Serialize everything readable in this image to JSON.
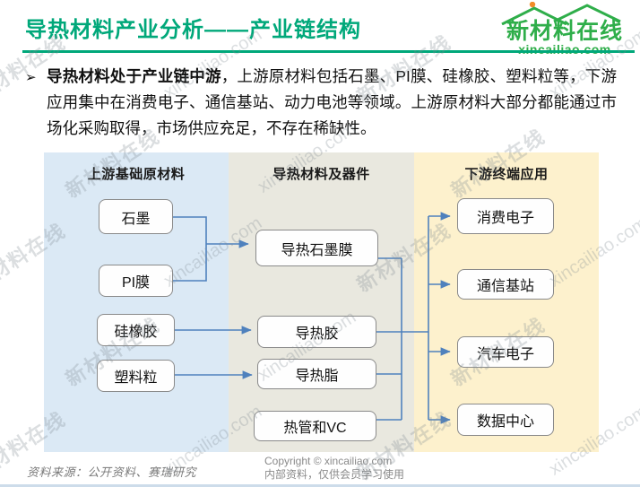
{
  "header": {
    "title": "导热材料产业分析——产业链结构",
    "logo": {
      "name": "新材料在线",
      "domain": "xincailiao.com"
    }
  },
  "summary": {
    "bullet": "➢",
    "lead_bold": "导热材料处于产业链中游",
    "rest": "，上游原材料包括石墨、PI膜、硅橡胶、塑料粒等，下游应用集中在消费电子、通信基站、动力电池等领域。上游原材料大部分都能通过市场化采购取得，市场供应充足，不存在稀缺性。"
  },
  "diagram": {
    "columns": [
      {
        "title": "上游基础原材料",
        "bg_color": "#dbe9f5",
        "items": [
          "石墨",
          "PI膜",
          "硅橡胶",
          "塑料粒"
        ]
      },
      {
        "title": "导热材料及器件",
        "bg_color": "#e9e8df",
        "items": [
          "导热石墨膜",
          "导热胶",
          "导热脂",
          "热管和VC"
        ]
      },
      {
        "title": "下游终端应用",
        "bg_color": "#fdf1cd",
        "items": [
          "消费电子",
          "通信基站",
          "汽车电子",
          "数据中心"
        ]
      }
    ],
    "connector_color": "#4f81bd"
  },
  "watermark": {
    "cn": "新材料在线",
    "en": "xincailiao.com"
  },
  "footer": {
    "source": "资料来源：公开资料、赛瑞研究",
    "copyright_line1": "Copyright © xincailiao.com",
    "copyright_line2": "内部资料，仅供会员学习使用"
  },
  "colors": {
    "title_green": "#00a87a",
    "logo_green": "#2fae4a",
    "logo_dot_orange": "#f28c28",
    "connector_blue": "#4f81bd",
    "upstream_bg": "#dbe9f5",
    "midstream_bg": "#e9e8df",
    "downstream_bg": "#fdf1cd"
  }
}
